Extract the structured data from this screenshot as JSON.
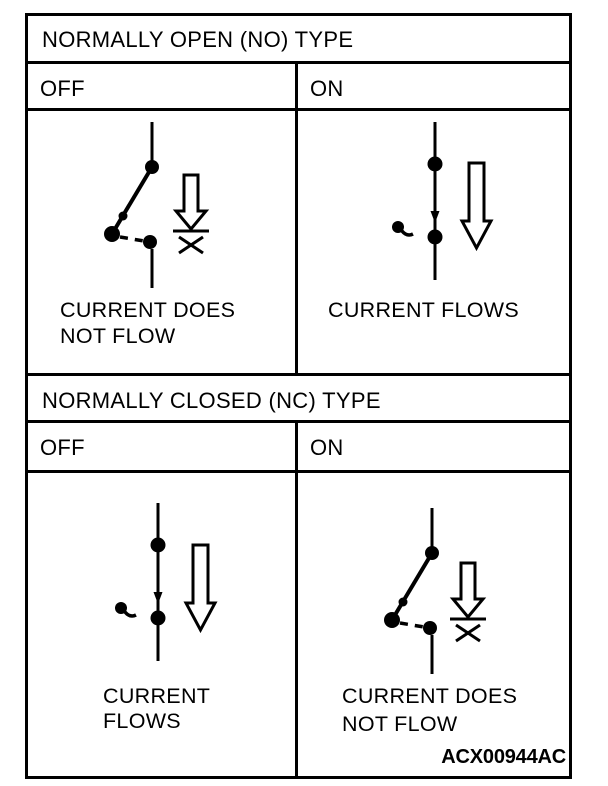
{
  "page": {
    "background": "#ffffff",
    "ink": "#000000"
  },
  "figure_code": "ACX00944AC",
  "sections": [
    {
      "title": "NORMALLY OPEN (NO) TYPE",
      "columns": [
        {
          "state": "OFF",
          "switch": "open",
          "flow": "blocked",
          "caption_lines": [
            "CURRENT DOES",
            "NOT FLOW"
          ]
        },
        {
          "state": "ON",
          "switch": "closed",
          "flow": "flows",
          "caption_lines": [
            "CURRENT FLOWS"
          ]
        }
      ]
    },
    {
      "title": "NORMALLY CLOSED (NC) TYPE",
      "columns": [
        {
          "state": "OFF",
          "switch": "closed",
          "flow": "flows",
          "caption_lines": [
            "CURRENT",
            "FLOWS"
          ]
        },
        {
          "state": "ON",
          "switch": "open",
          "flow": "blocked",
          "caption_lines": [
            "CURRENT DOES",
            "NOT FLOW"
          ]
        }
      ]
    }
  ]
}
